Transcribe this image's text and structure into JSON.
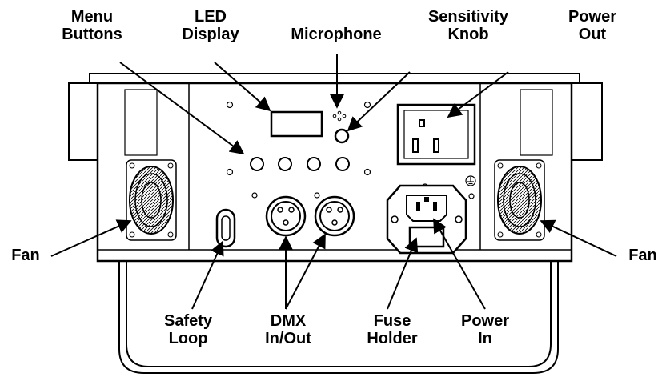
{
  "labels": {
    "menu_buttons": [
      "Menu",
      "Buttons"
    ],
    "led_display": [
      "LED",
      "Display"
    ],
    "microphone": "Microphone",
    "sensitivity_knob": [
      "Sensitivity",
      "Knob"
    ],
    "power_out": [
      "Power",
      "Out"
    ],
    "fan_left": "Fan",
    "fan_right": "Fan",
    "safety_loop": [
      "Safety",
      "Loop"
    ],
    "dmx": [
      "DMX",
      "In/Out"
    ],
    "fuse_holder": [
      "Fuse",
      "Holder"
    ],
    "power_in": [
      "Power",
      "In"
    ]
  },
  "colors": {
    "line": "#000000",
    "background": "#ffffff"
  }
}
